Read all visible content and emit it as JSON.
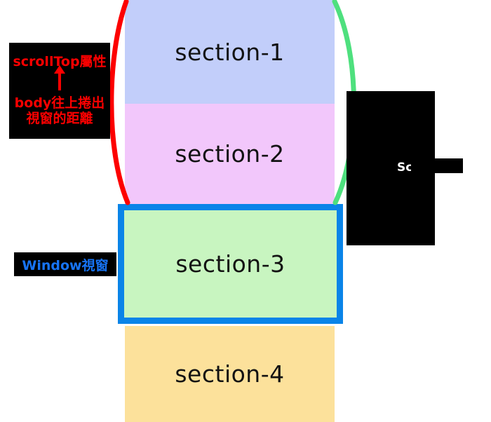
{
  "diagram": {
    "title": "scrollTop / window viewport illustration",
    "background": "#ffffff"
  },
  "sections": [
    {
      "id": "section-1",
      "label": "section-1",
      "color": "#c2cefa"
    },
    {
      "id": "section-2",
      "label": "section-2",
      "color": "#f2c7fb"
    },
    {
      "id": "section-3",
      "label": "section-3",
      "color": "#c8f5c0"
    },
    {
      "id": "section-4",
      "label": "section-4",
      "color": "#fce19b"
    }
  ],
  "annotations": {
    "scrolltop": {
      "line1": "scrollTop屬性",
      "line2": "body往上捲出",
      "line3": "視窗的距離",
      "text_color": "#fd0000",
      "background": "#000000"
    },
    "window": {
      "label": "Window視窗",
      "text_color": "#1774f5",
      "background": "#000000"
    },
    "scroll_panel": {
      "caption": "Sc",
      "text_color": "#ffffff",
      "background": "#000000"
    }
  },
  "curves": {
    "left_brace_color": "#fd0000",
    "right_brace_color": "#4ee07e"
  },
  "viewport": {
    "border_color": "#0a84e8",
    "fill_color": "#c8f5c0"
  }
}
